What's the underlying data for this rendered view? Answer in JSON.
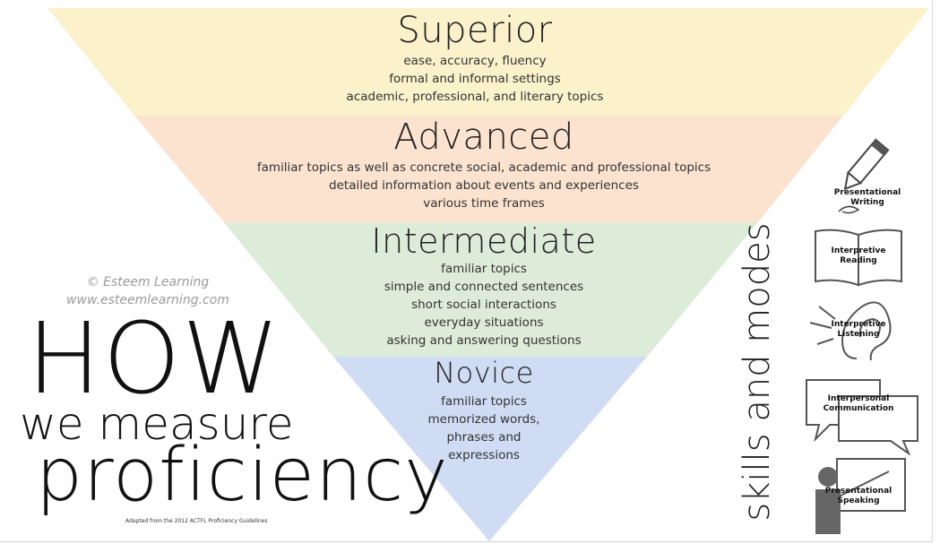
{
  "levels": {
    "superior": {
      "title": "Superior",
      "lines": [
        "ease, accuracy, fluency",
        "formal and informal settings",
        "academic, professional, and literary topics"
      ],
      "color": "#fbf1cb"
    },
    "advanced": {
      "title": "Advanced",
      "lines": [
        "familiar topics as well as concrete social, academic and professional topics",
        "detailed information about events and experiences",
        "various time frames"
      ],
      "color": "#fbe3cf"
    },
    "intermediate": {
      "title": "Intermediate",
      "lines": [
        "familiar topics",
        "simple and connected sentences",
        "short social interactions",
        "everyday situations",
        "asking and answering questions"
      ],
      "color": "#dcecd8"
    },
    "novice": {
      "title": "Novice",
      "lines": [
        "familiar topics",
        "memorized words,",
        "phrases and",
        "expressions"
      ],
      "color": "#cfdcf4"
    }
  },
  "credit": {
    "line1": "© Esteem Learning",
    "line2": "www.esteemlearning.com"
  },
  "heading": {
    "how": "HOW",
    "we_measure": "we measure",
    "proficiency": "proficiency"
  },
  "adapted": "Adapted from the 2012 ACTFL Proficiency Guidelines",
  "skills_label": "skills and modes",
  "modes": {
    "presentational_writing": [
      "Presentational",
      "Writing"
    ],
    "interpretive_reading": [
      "Interpretive",
      "Reading"
    ],
    "interpretive_listening": [
      "Interpretive",
      "Listening"
    ],
    "interpersonal_communication": [
      "Interpersonal",
      "Communication"
    ],
    "presentational_speaking": [
      "Presentational",
      "Speaking"
    ]
  }
}
